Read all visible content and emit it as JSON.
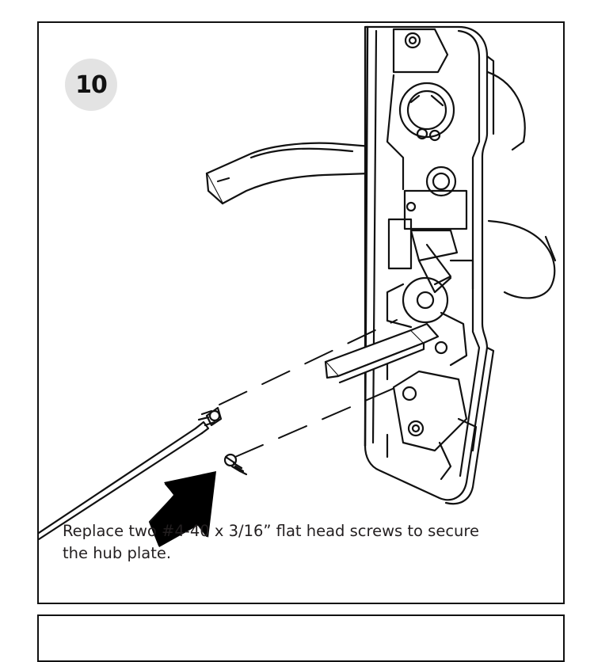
{
  "step": {
    "number": "10",
    "caption_line1": "Replace two #4-40 x 3/16” flat head screws to secure",
    "caption_line2": "the hub plate."
  }
}
